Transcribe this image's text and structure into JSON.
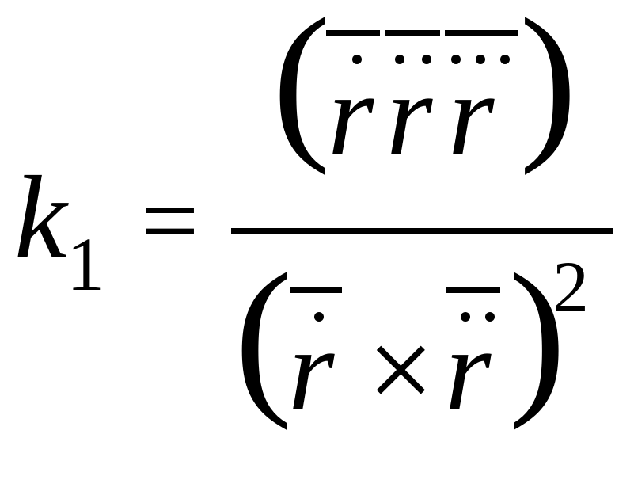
{
  "formula": {
    "lhs": {
      "variable": "k",
      "subscript": "1"
    },
    "equals": "=",
    "numerator": {
      "open_paren": "(",
      "terms": [
        "r",
        "r",
        "r"
      ],
      "close_paren": ")"
    },
    "denominator": {
      "open_paren": "(",
      "left_term": "r",
      "operator": "×",
      "right_term": "r",
      "close_paren": ")",
      "exponent": "2"
    }
  }
}
